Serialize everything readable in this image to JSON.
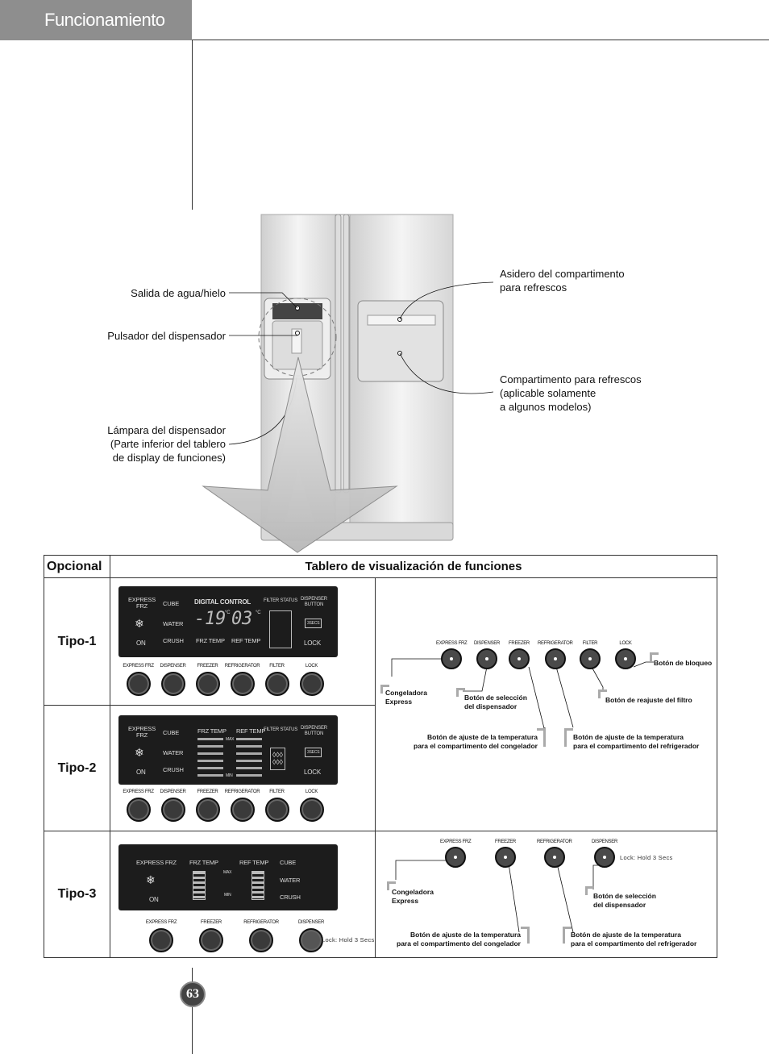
{
  "header": {
    "title": "Funcionamiento"
  },
  "callouts": {
    "water_ice": "Salida de agua/hielo",
    "dispenser_pad": "Pulsador del dispensador",
    "lamp_lines": [
      "Lámpara del dispensador",
      "(Parte inferior del tablero",
      "de display de funciones)"
    ],
    "handle_lines": [
      "Asidero del compartimento",
      "para refrescos"
    ],
    "compartment_lines": [
      "Compartimento para refrescos",
      "(aplicable solamente",
      "a algunos modelos)"
    ]
  },
  "table": {
    "col1_header": "Opcional",
    "col2_header": "Tablero de visualización de funciones",
    "rows": [
      {
        "label": "Tipo-1"
      },
      {
        "label": "Tipo-2"
      },
      {
        "label": "Tipo-3"
      }
    ]
  },
  "type1": {
    "express": [
      "EXPRESS",
      "FRZ"
    ],
    "on": "ON",
    "cube": "CUBE",
    "water": "WATER",
    "crush": "CRUSH",
    "digital": "DIGITAL CONTROL",
    "frz_value": "-19",
    "ref_value": "03",
    "deg": "°C",
    "frz_temp": "FRZ TEMP",
    "ref_temp": "REF TEMP",
    "filter_status": "FILTER STATUS",
    "dispenser_button": [
      "DISPENSER",
      "BUTTON"
    ],
    "secs": "3SECS",
    "lock": "LOCK",
    "buttons": [
      "EXPRESS FRZ",
      "DISPENSER",
      "FREEZER",
      "REFRIGERATOR",
      "FILTER",
      "LOCK"
    ]
  },
  "type2": {
    "express": [
      "EXPRESS",
      "FRZ"
    ],
    "on": "ON",
    "cube": "CUBE",
    "water": "WATER",
    "crush": "CRUSH",
    "frz_temp": "FRZ TEMP",
    "ref_temp": "REF TEMP",
    "max": "MAX",
    "min": "MIN",
    "filter_status": "FILTER STATUS",
    "dispenser_button": [
      "DISPENSER",
      "BUTTON"
    ],
    "secs": "3SECS",
    "lock": "LOCK",
    "buttons": [
      "EXPRESS FRZ",
      "DISPENSER",
      "FREEZER",
      "REFRIGERATOR",
      "FILTER",
      "LOCK"
    ]
  },
  "type3": {
    "express": "EXPRESS FRZ",
    "on": "ON",
    "frz_temp": "FRZ TEMP",
    "ref_temp": "REF TEMP",
    "max": "MAX",
    "min": "MIN",
    "cube": "CUBE",
    "water": "WATER",
    "crush": "CRUSH",
    "buttons": [
      "EXPRESS FRZ",
      "FREEZER",
      "REFRIGERATOR",
      "DISPENSER"
    ],
    "lock_hint": "Lock: Hold 3 Secs"
  },
  "diagram1": {
    "buttons": [
      "EXPRESS FRZ",
      "DISPENSER",
      "FREEZER",
      "REFRIGERATOR",
      "FILTER",
      "LOCK"
    ],
    "lock_label": "Botón de bloqueo",
    "express_label": [
      "Congeladora",
      "Express"
    ],
    "dispenser_label": [
      "Botón de selección",
      "del dispensador"
    ],
    "filter_label": "Botón de reajuste del filtro",
    "freezer_label": [
      "Botón de ajuste de la temperatura",
      "para el compartimento del congelador"
    ],
    "ref_label": [
      "Botón de ajuste de la temperatura",
      "para el compartimento del refrigerador"
    ]
  },
  "diagram3": {
    "buttons": [
      "EXPRESS FRZ",
      "FREEZER",
      "REFRIGERATOR",
      "DISPENSER"
    ],
    "lock_hint": "Lock: Hold 3 Secs",
    "express_label": [
      "Congeladora",
      "Express"
    ],
    "dispenser_label": [
      "Botón de selección",
      "del dispensador"
    ],
    "freezer_label": [
      "Botón de ajuste de la temperatura",
      "para el compartimento del congelador"
    ],
    "ref_label": [
      "Botón de ajuste de la temperatura",
      "para el compartimento del refrigerador"
    ]
  },
  "page_number": "63"
}
